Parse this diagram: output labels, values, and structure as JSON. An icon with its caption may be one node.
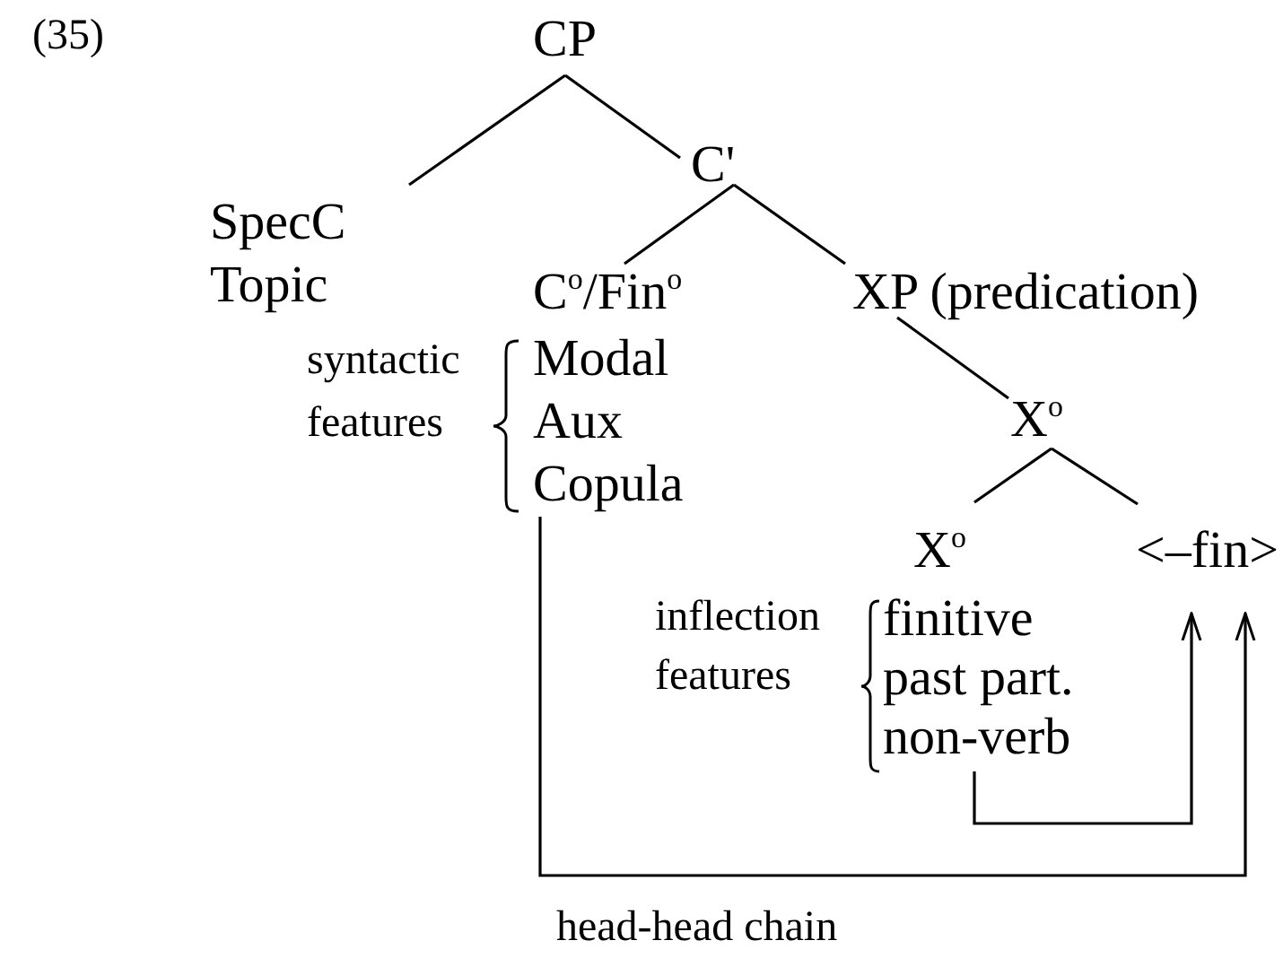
{
  "diagram": {
    "nodes": [
      {
        "text": [
          "CP"
        ]
      },
      {
        "text": [
          "C'"
        ]
      },
      {
        "text": [
          "SpecC",
          "Topic"
        ]
      },
      {
        "text": [
          "C$^{o}$/Fin$^{o}$"
        ]
      },
      {
        "text": [
          "Modal",
          "Aux",
          "Copula"
        ],
        "beside": [
          "syntactic features"
        ]
      },
      {
        "text": [
          "XP (predication)"
        ]
      },
      {
        "text": [
          "X$^{o}$"
        ]
      },
      {
        "text": [
          "X$^{o}$"
        ]
      },
      {
        "text": [
          "<–fin>"
        ]
      },
      {
        "text": [
          "finitive",
          "past part.",
          "non-verb"
        ],
        "beside": [
          "inflection features"
        ]
      }
    ],
    "edges": [
      {
        "from": 0,
        "to": 2,
        "arrow": "none"
      },
      {
        "from": 0,
        "to": 1,
        "arrow": "none"
      },
      {
        "from": 1,
        "to": 3,
        "arrow": "none"
      },
      {
        "from": 1,
        "to": 5,
        "arrow": "none"
      },
      {
        "from": 5,
        "to": 6,
        "arrow": "none"
      },
      {
        "from": 6,
        "to": 7,
        "arrow": "none"
      },
      {
        "from": 6,
        "to": 8,
        "arrow": "none"
      },
      {
        "from": 9,
        "to": 8,
        "arrow": "to"
      },
      {
        "from": 4,
        "to": 8,
        "arrow": "to",
        "label": "head-head chain"
      }
    ],
    "labels": [
      "(35)"
    ]
  }
}
